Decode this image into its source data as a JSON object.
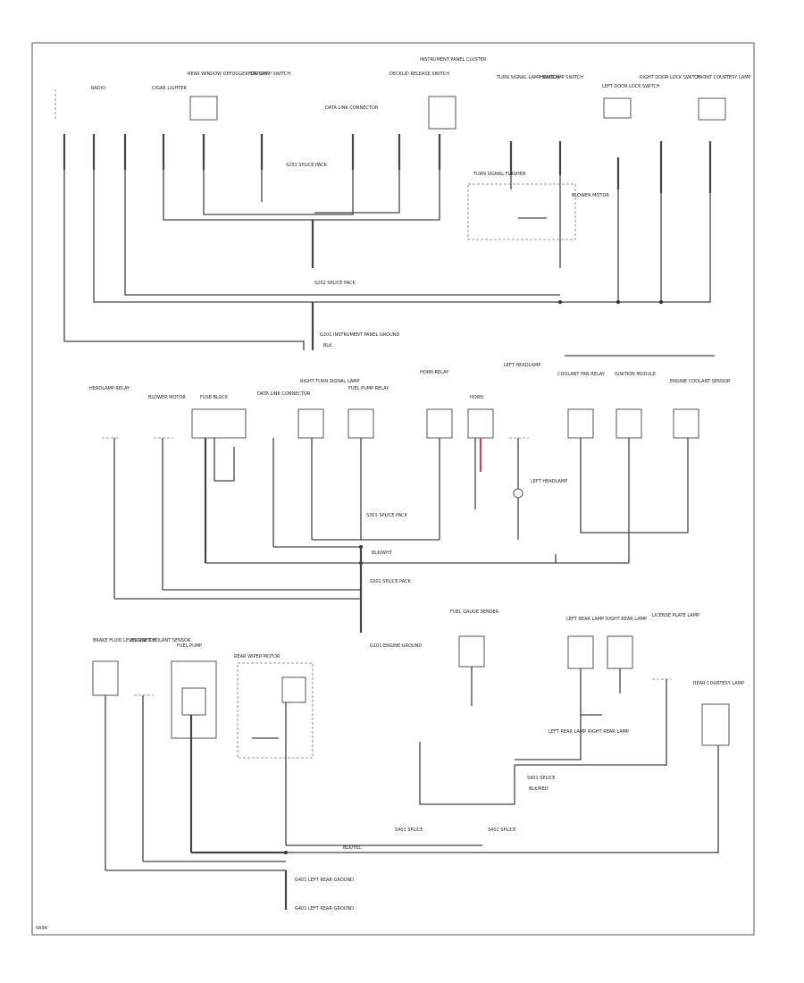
{
  "figure_id": "0A94",
  "components": [
    {
      "id": "c1",
      "label": "RADIO"
    },
    {
      "id": "c2",
      "label": "CIGAR LIGHTER"
    },
    {
      "id": "c3",
      "label": "REAR WINDOW DEFOGGER SWITCH"
    },
    {
      "id": "c4",
      "label": "FOG LAMP SWITCH"
    },
    {
      "id": "c5",
      "label": "DECKLID RELEASE SWITCH"
    },
    {
      "id": "c6",
      "label": "INSTRUMENT PANEL CLUSTER"
    },
    {
      "id": "c7",
      "label": "TURN SIGNAL LAMP SWITCH"
    },
    {
      "id": "c8",
      "label": "HEADLAMP SWITCH"
    },
    {
      "id": "c9",
      "label": "LEFT DOOR LOCK SWITCH"
    },
    {
      "id": "c10",
      "label": "RIGHT DOOR LOCK SWITCH"
    },
    {
      "id": "c11",
      "label": "FRONT COURTESY LAMP"
    },
    {
      "id": "c12",
      "label": "TURN SIGNAL FLASHER"
    },
    {
      "id": "c13",
      "label": "BLOWER MOTOR"
    },
    {
      "id": "c14",
      "label": "HEADLAMP RELAY"
    },
    {
      "id": "c15",
      "label": "DATA LINK CONNECTOR"
    },
    {
      "id": "c16",
      "label": "RIGHT TURN SIGNAL LAMP"
    },
    {
      "id": "c17",
      "label": "FUSE BLOCK"
    },
    {
      "id": "c18",
      "label": "FUEL PUMP RELAY"
    },
    {
      "id": "c19",
      "label": "HORN RELAY"
    },
    {
      "id": "c20",
      "label": "HORN"
    },
    {
      "id": "c21",
      "label": "LEFT HEADLAMP"
    },
    {
      "id": "c22",
      "label": "COOLANT FAN RELAY"
    },
    {
      "id": "c23",
      "label": "IGNITION MODULE"
    },
    {
      "id": "c24",
      "label": "ENGINE COOLANT SENSOR"
    },
    {
      "id": "c25",
      "label": "BRAKE FLUID LEVEL SWITCH"
    },
    {
      "id": "c26",
      "label": "FUEL PUMP"
    },
    {
      "id": "c27",
      "label": "REAR WIPER MOTOR"
    },
    {
      "id": "c28",
      "label": "FUEL GAUGE SENDER"
    },
    {
      "id": "c29",
      "label": "LEFT REAR LAMP"
    },
    {
      "id": "c30",
      "label": "RIGHT REAR LAMP"
    },
    {
      "id": "c31",
      "label": "LICENSE PLATE LAMP"
    },
    {
      "id": "c32",
      "label": "REAR COURTESY LAMP"
    }
  ],
  "splices": [
    {
      "id": "s1",
      "label": "S201 SPLICE PACK"
    },
    {
      "id": "s2",
      "label": "S202 SPLICE PACK"
    },
    {
      "id": "s3",
      "label": "G201 INSTRUMENT PANEL GROUND"
    },
    {
      "id": "s4",
      "label": "S301 SPLICE PACK"
    },
    {
      "id": "s5",
      "label": "G101 ENGINE GROUND"
    },
    {
      "id": "s6",
      "label": "S401 SPLICE"
    },
    {
      "id": "s7",
      "label": "G401 LEFT REAR GROUND"
    }
  ],
  "wire_colors": [
    "BLK",
    "BLK/WHT",
    "BLK/RED",
    "BLK/YEL"
  ]
}
